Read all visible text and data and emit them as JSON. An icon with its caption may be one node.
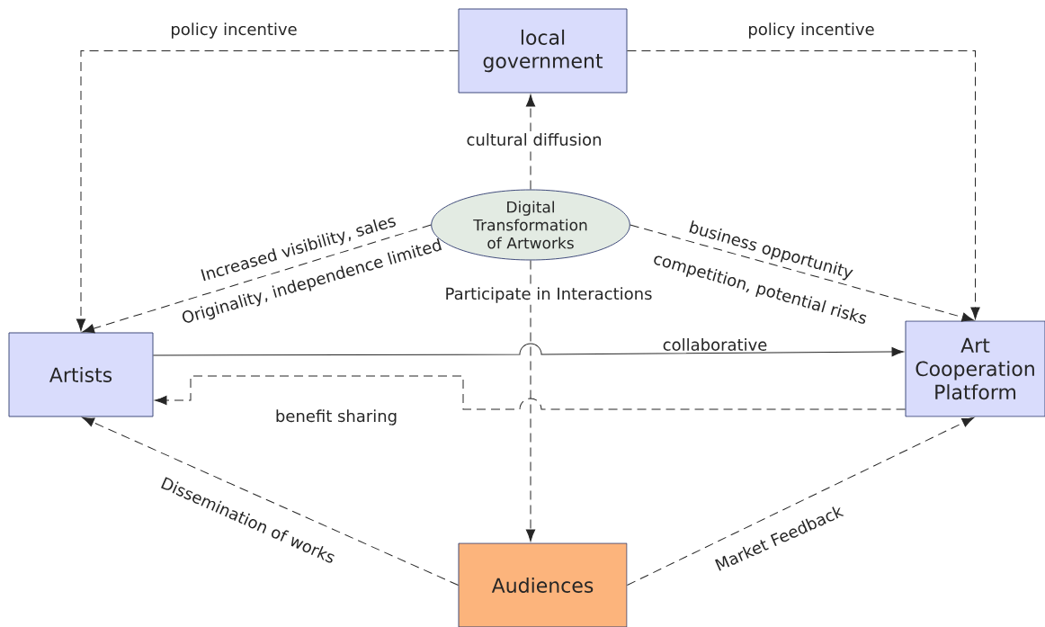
{
  "diagram": {
    "nodes": [
      {
        "text": [
          "local government"
        ]
      },
      {
        "text": [
          "Digital Transformation of Artworks"
        ]
      },
      {
        "text": [
          "Artists"
        ]
      },
      {
        "text": [
          "Art Cooperation Platform"
        ]
      },
      {
        "text": [
          "Audiences"
        ]
      }
    ],
    "edges": [
      {
        "from": 0,
        "to": 2,
        "arrow": "to",
        "style": "dashed",
        "label": "policy incentive"
      },
      {
        "from": 0,
        "to": 3,
        "arrow": "to",
        "style": "dashed",
        "label": "policy incentive"
      },
      {
        "from": 1,
        "to": 0,
        "arrow": "to",
        "style": "dashed",
        "label": "cultural diffusion"
      },
      {
        "from": 1,
        "to": 2,
        "arrow": "to",
        "style": "dashed",
        "label": "Increased visibility, sales"
      },
      {
        "from": 1,
        "to": 3,
        "arrow": "to",
        "style": "dashed",
        "label": "business opportunity"
      },
      {
        "from": 1,
        "to": 4,
        "arrow": "to",
        "style": "dashed",
        "label": "Participate in Interactions"
      },
      {
        "from": 2,
        "to": 3,
        "arrow": "to",
        "label": "collaborative"
      },
      {
        "from": 3,
        "to": 2,
        "arrow": "to",
        "style": "dashed",
        "label": "benefit sharing"
      },
      {
        "from": 4,
        "to": 2,
        "arrow": "to",
        "style": "dashed",
        "label": "Dissemination of works"
      },
      {
        "from": 4,
        "to": 3,
        "arrow": "to",
        "style": "dashed",
        "label": "Market Feedback"
      }
    ],
    "labels": [
      "Originality, independence limited",
      "competition, potential risks"
    ]
  }
}
